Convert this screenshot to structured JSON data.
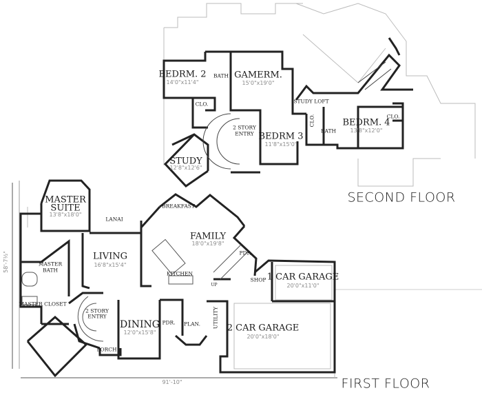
{
  "second_floor": {
    "title": "SECOND FLOOR",
    "rooms": {
      "bedrm2": {
        "name": "BEDRM. 2",
        "size": "14'0\"x11'4\""
      },
      "bath_a": {
        "name": "BATH"
      },
      "gamerm": {
        "name": "GAMERM.",
        "size": "15'0\"x19'0\""
      },
      "clo_a": {
        "name": "CLO."
      },
      "study_loft": {
        "name": "STUDY LOFT"
      },
      "entry": {
        "name": "2 STORY",
        "name2": "ENTRY"
      },
      "bedrm3": {
        "name": "BEDRM 3",
        "size": "11'8\"x15'0\""
      },
      "clo_b": {
        "name": "CLO."
      },
      "bath_b": {
        "name": "BATH"
      },
      "bedrm4": {
        "name": "BEDRM. 4",
        "size": "13'8\"x12'0\""
      },
      "clo_c": {
        "name": "CLO."
      },
      "study": {
        "name": "STUDY",
        "size": "12'8\"x12'6\""
      }
    }
  },
  "first_floor": {
    "title": "FIRST FLOOR",
    "width_dim": "91'-10\"",
    "depth_dim": "58'-7½\"",
    "rooms": {
      "master_suite": {
        "name": "MASTER",
        "name2": "SUITE",
        "size": "13'8\"x18'0\""
      },
      "lanai": {
        "name": "LANAI"
      },
      "breakfast": {
        "name": "BREAKFAST"
      },
      "family": {
        "name": "FAMILY",
        "size": "18'0\"x19'8\""
      },
      "living": {
        "name": "LIVING",
        "size": "16'8\"x15'4\""
      },
      "master_bath": {
        "name": "MASTER",
        "name2": "BATH"
      },
      "kitchen": {
        "name": "KITCHEN"
      },
      "pdr_a": {
        "name": "PDR."
      },
      "up": {
        "name": "UP"
      },
      "shop": {
        "name": "SHOP"
      },
      "garage1": {
        "name": "1 CAR GARAGE",
        "size": "20'0\"x11'0\""
      },
      "master_closet": {
        "name": "MASTER CLOSET"
      },
      "entry": {
        "name": "2 STORY",
        "name2": "ENTRY"
      },
      "dining": {
        "name": "DINING",
        "size": "12'0\"x15'8\""
      },
      "pdr_b": {
        "name": "PDR."
      },
      "plan": {
        "name": "PLAN."
      },
      "utility": {
        "name": "UTILITY"
      },
      "garage2": {
        "name": "2 CAR GARAGE",
        "size": "20'0\"x18'0\""
      },
      "porch": {
        "name": "PORCH"
      }
    }
  }
}
